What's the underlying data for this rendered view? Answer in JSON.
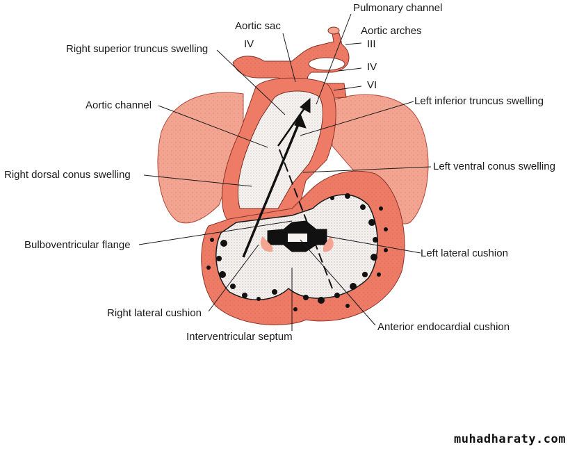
{
  "labels": {
    "pulmonary_channel": "Pulmonary channel",
    "aortic_sac": "Aortic sac",
    "aortic_arches": "Aortic arches",
    "arch_iii": "III",
    "arch_iv_right": "IV",
    "arch_iv_left": "IV",
    "arch_vi": "VI",
    "right_superior_truncus_swelling": "Right superior truncus swelling",
    "aortic_channel": "Aortic channel",
    "left_inferior_truncus_swelling": "Left inferior truncus swelling",
    "left_ventral_conus_swelling": "Left ventral conus swelling",
    "right_dorsal_conus_swelling": "Right dorsal conus swelling",
    "bulboventricular_flange": "Bulboventricular flange",
    "left_lateral_cushion": "Left lateral cushion",
    "right_lateral_cushion": "Right lateral cushion",
    "anterior_endocardial_cushion": "Anterior endocardial cushion",
    "interventricular_septum": "Interventricular septum"
  },
  "watermark": "muhadharaty.com",
  "colors": {
    "tissue": "#ee7b66",
    "tissue_light": "#f4a592",
    "tissue_dark": "#d85a45",
    "interior": "#f7f3f1",
    "line": "#1a1a1a"
  }
}
